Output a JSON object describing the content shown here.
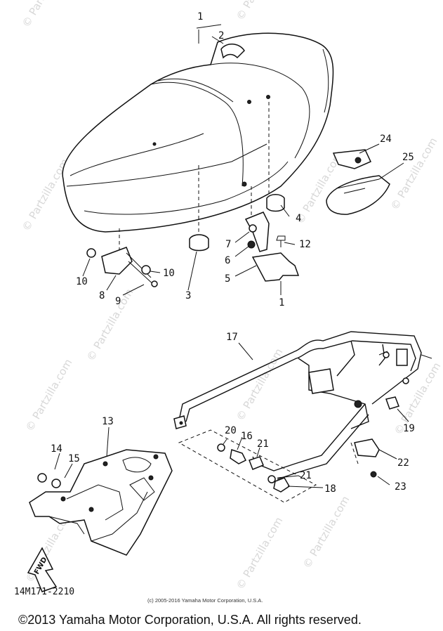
{
  "diagram": {
    "diagram_code": "14M171-2210",
    "copyright_small": "(c) 2005-2016 Yamaha Motor Corporation, U.S.A.",
    "copyright_main": "©2013 Yamaha Motor Corporation, U.S.A. All rights reserved.",
    "watermark": "© Partzilla.com",
    "direction_label": "FWD",
    "part_numbers": {
      "p1a": "1",
      "p1b": "1",
      "p2": "2",
      "p3": "3",
      "p4": "4",
      "p5": "5",
      "p6": "6",
      "p7": "7",
      "p8": "8",
      "p9": "9",
      "p10a": "10",
      "p10b": "10",
      "p12": "12",
      "p13": "13",
      "p14": "14",
      "p15": "15",
      "p16": "16",
      "p17": "17",
      "p18": "18",
      "p19": "19",
      "p20": "20",
      "p21a": "21",
      "p21b": "21",
      "p22": "22",
      "p23": "23",
      "p24": "24",
      "p25": "25"
    }
  }
}
